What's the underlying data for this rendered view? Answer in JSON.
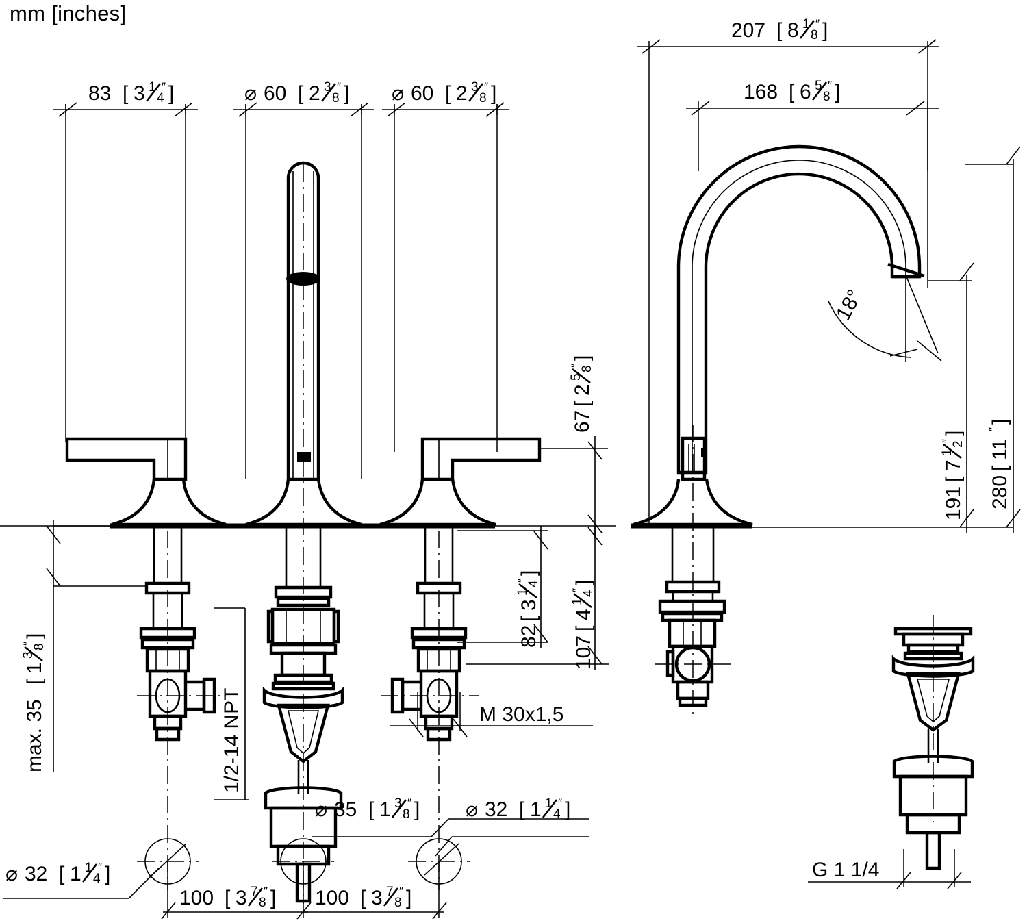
{
  "drawing": {
    "title": "Three-hole lavatory faucet with gooseneck spout — dimensioned technical drawing",
    "units_note": "mm [inches]",
    "line_color": "#000000",
    "background_color": "#ffffff"
  },
  "dimensions": {
    "handle_offset": {
      "mm": "83",
      "in_whole": "3",
      "in_num": "1",
      "in_den": "4",
      "prefix": ""
    },
    "spout_escutcheon_dia": {
      "mm": "60",
      "in_whole": "2",
      "in_num": "3",
      "in_den": "8",
      "prefix": "Ø"
    },
    "handle_escutcheon_dia": {
      "mm": "60",
      "in_whole": "2",
      "in_num": "3",
      "in_den": "8",
      "prefix": "Ø"
    },
    "spout_total_reach": {
      "mm": "207",
      "in_whole": "8",
      "in_num": "1",
      "in_den": "8",
      "prefix": ""
    },
    "spout_reach": {
      "mm": "168",
      "in_whole": "6",
      "in_num": "5",
      "in_den": "8",
      "prefix": ""
    },
    "handle_height": {
      "mm": "67",
      "in_whole": "2",
      "in_num": "5",
      "in_den": "8",
      "prefix": ""
    },
    "spout_outlet_height": {
      "mm": "191",
      "in_whole": "7",
      "in_num": "1",
      "in_den": "2",
      "prefix": ""
    },
    "spout_overall_height": {
      "mm": "280",
      "in_whole": "11",
      "in_num": "",
      "in_den": "",
      "prefix": ""
    },
    "valve_shank_82": {
      "mm": "82",
      "in_whole": "3",
      "in_num": "1",
      "in_den": "4",
      "prefix": ""
    },
    "valve_shank_107": {
      "mm": "107",
      "in_whole": "4",
      "in_num": "1",
      "in_den": "4",
      "prefix": ""
    },
    "max_deck_thickness": {
      "mm": "max. 35",
      "in_whole": "1",
      "in_num": "3",
      "in_den": "8",
      "prefix": ""
    },
    "spout_shank_dia": {
      "mm": "35",
      "in_whole": "1",
      "in_num": "3",
      "in_den": "8",
      "prefix": "Ø"
    },
    "hole_dia_center": {
      "mm": "32",
      "in_whole": "1",
      "in_num": "1",
      "in_den": "4",
      "prefix": "Ø"
    },
    "hole_dia_left": {
      "mm": "32",
      "in_whole": "1",
      "in_num": "1",
      "in_den": "4",
      "prefix": "Ø"
    },
    "hole_spacing_left": {
      "mm": "100",
      "in_whole": "3",
      "in_num": "7",
      "in_den": "8",
      "prefix": ""
    },
    "hole_spacing_right": {
      "mm": "100",
      "in_whole": "3",
      "in_num": "7",
      "in_den": "8",
      "prefix": ""
    }
  },
  "annotations": {
    "npt_thread": "1/2-14 NPT",
    "metric_thread": "M 30x1,5",
    "drain_thread": "G 1 1/4",
    "outlet_angle": "18°"
  },
  "views": {
    "front_view_name": "front-elevation",
    "side_view_name": "side-elevation",
    "drain_detail_name": "pop-up-drain-detail"
  }
}
